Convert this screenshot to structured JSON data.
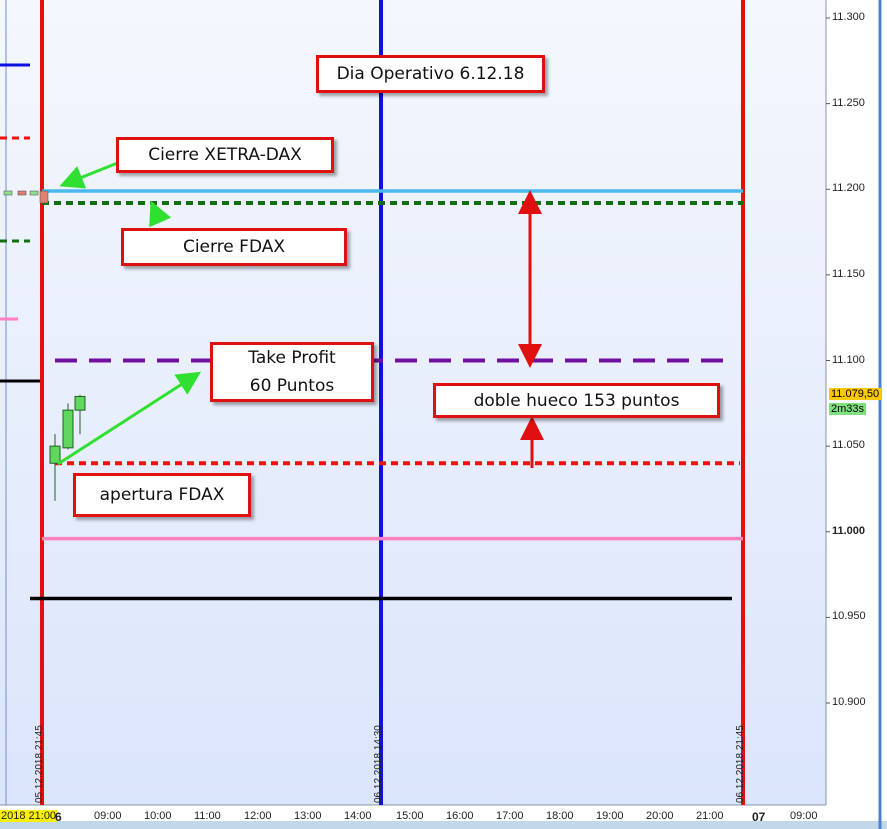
{
  "chart_data": {
    "type": "candlestick",
    "title": "Dia Operativo 6.12.18",
    "ylim": [
      10850,
      11320
    ],
    "y_ticks": [
      "11.300",
      "11.250",
      "11.200",
      "11.150",
      "11.100",
      "11.050",
      "11.000",
      "10.950",
      "10.900"
    ],
    "x_ticks": [
      "2018 21:00",
      "6",
      "09:00",
      "10:00",
      "11:00",
      "12:00",
      "13:00",
      "14:00",
      "15:00",
      "16:00",
      "17:00",
      "18:00",
      "19:00",
      "20:00",
      "21:00",
      "07",
      "09:00"
    ],
    "current_price": "11.079,50",
    "timer": "2m33s",
    "vertical_lines": [
      {
        "label": "05.12.2018 21:45",
        "color": "#e01010"
      },
      {
        "label": "06.12.2018 14:30",
        "color": "#1010e0"
      },
      {
        "label": "06.12.2018 21:45",
        "color": "#e01010"
      }
    ],
    "levels": [
      {
        "name": "Cierre XETRA-DAX",
        "price": 11199,
        "color": "#4cb8f0",
        "style": "solid"
      },
      {
        "name": "Cierre FDAX",
        "price": 11192,
        "color": "#107010",
        "style": "dotted"
      },
      {
        "name": "Take Profit",
        "price": 11100,
        "color": "#7010a0",
        "style": "dashed"
      },
      {
        "name": "apertura FDAX",
        "price": 11040,
        "color": "#f01010",
        "style": "dotted"
      },
      {
        "name": "pink level",
        "price": 10996,
        "color": "#ff80c0",
        "style": "solid"
      },
      {
        "name": "black level",
        "price": 10961,
        "color": "#000000",
        "style": "solid"
      }
    ],
    "candles": [
      {
        "open": 11040,
        "high": 11057,
        "low": 11018,
        "close": 11050
      },
      {
        "open": 11049,
        "high": 11075,
        "low": 11048,
        "close": 11071
      },
      {
        "open": 11071,
        "high": 11080,
        "low": 11057,
        "close": 11079
      }
    ]
  },
  "annotations": {
    "title": "Dia Operativo 6.12.18",
    "xetra": "Cierre XETRA-DAX",
    "fdax": "Cierre FDAX",
    "tp1": "Take Profit",
    "tp2": "60 Puntos",
    "gap": "doble hueco 153 puntos",
    "open": "apertura FDAX"
  },
  "colors": {
    "bg": "#dde6fb",
    "accent": "#e01010"
  }
}
